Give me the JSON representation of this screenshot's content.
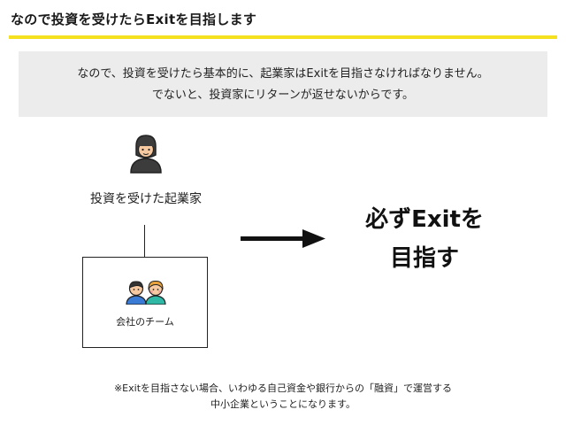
{
  "header": {
    "title": "なので投資を受けたらExitを目指します",
    "accent_color": "#f5e11f"
  },
  "callout": {
    "line1": "なので、投資を受けたら基本的に、起業家はExitを目指さなければなりません。",
    "line2": "でないと、投資家にリターンが返せないからです。",
    "background": "#ececec"
  },
  "diagram": {
    "founder_icon": "person-hooded-icon",
    "founder_label": "投資を受けた起業家",
    "team_icon": "two-people-icon",
    "team_label": "会社のチーム",
    "arrow_icon": "right-arrow-icon",
    "goal_line1": "必ずExitを",
    "goal_line2": "目指す"
  },
  "footnote": {
    "line1": "※Exitを目指さない場合、いわゆる自己資金や銀行からの「融資」で運営する",
    "line2": "中小企業ということになります。"
  }
}
